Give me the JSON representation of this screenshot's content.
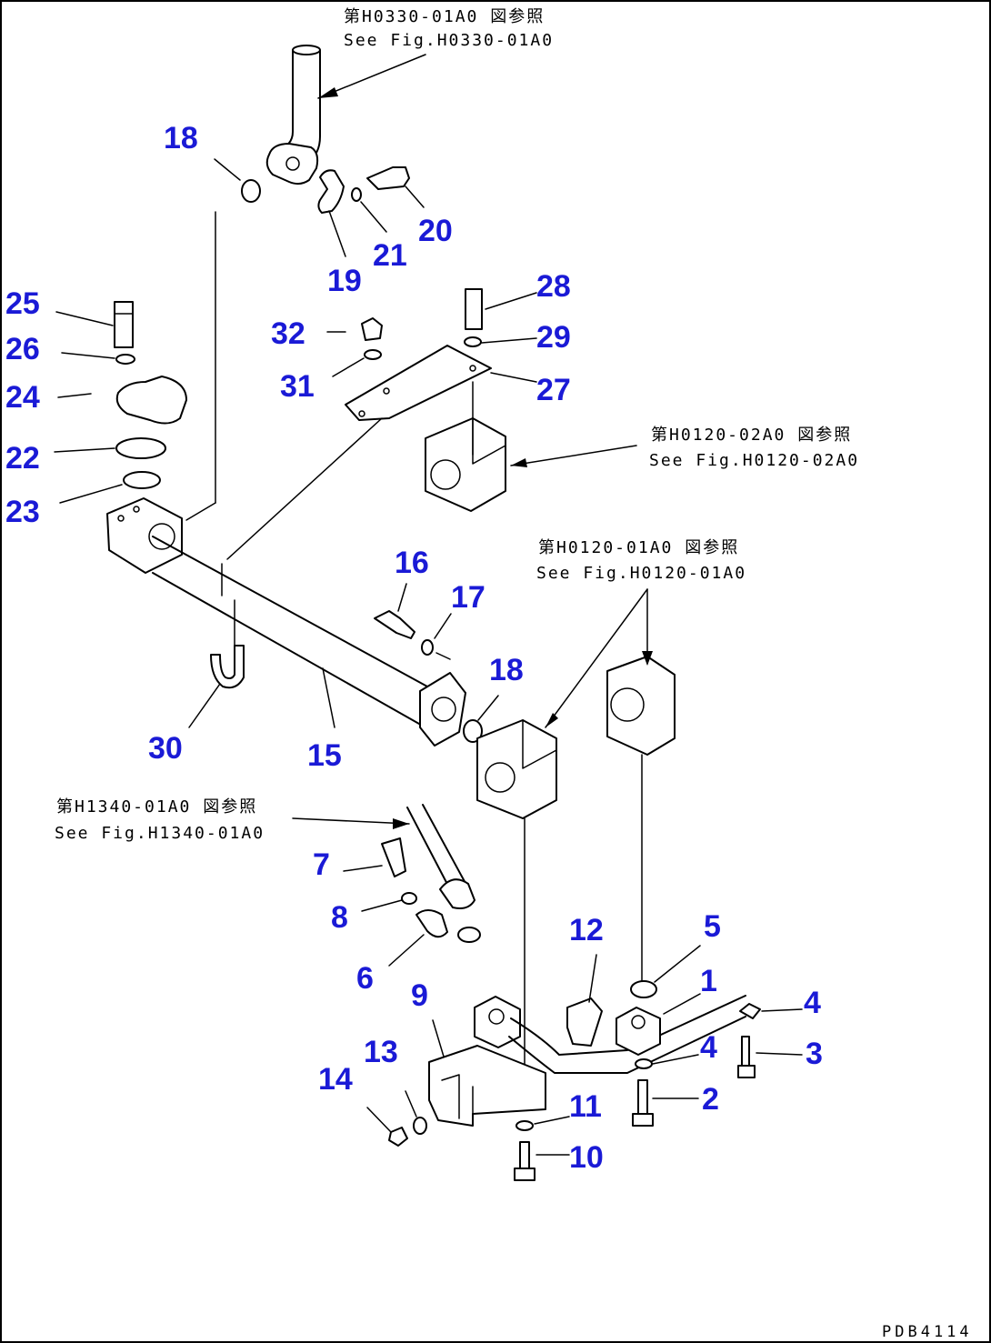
{
  "references": [
    {
      "jp": "第H0330-01A0 図参照",
      "en": "See Fig.H0330-01A0"
    },
    {
      "jp": "第H0120-02A0 図参照",
      "en": "See Fig.H0120-02A0"
    },
    {
      "jp": "第H0120-01A0 図参照",
      "en": "See Fig.H0120-01A0"
    },
    {
      "jp": "第H1340-01A0 図参照",
      "en": "See Fig.H1340-01A0"
    }
  ],
  "callouts": [
    "18",
    "19",
    "20",
    "21",
    "25",
    "26",
    "24",
    "22",
    "23",
    "32",
    "31",
    "28",
    "29",
    "27",
    "16",
    "17",
    "18",
    "30",
    "15",
    "7",
    "8",
    "6",
    "12",
    "5",
    "1",
    "4",
    "4",
    "3",
    "2",
    "9",
    "13",
    "14",
    "11",
    "10"
  ],
  "drawing_code": "PDB4114"
}
